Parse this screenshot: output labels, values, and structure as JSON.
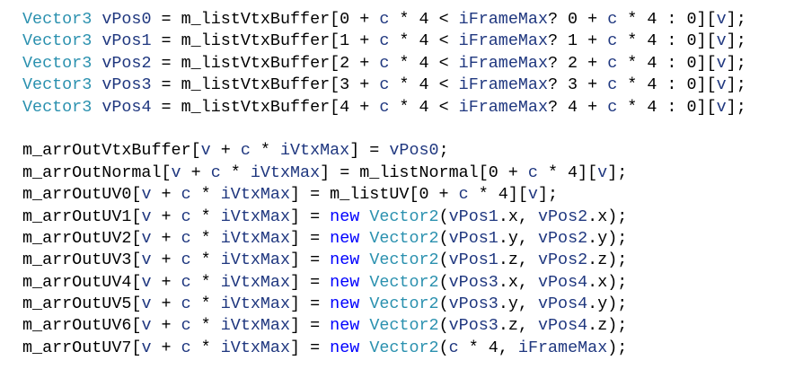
{
  "colors": {
    "type": "#2b91af",
    "keyword": "#0000ff",
    "variable": "#1f377f",
    "plain": "#000000"
  },
  "lines": [
    {
      "tokens": [
        [
          "Vector3",
          "t"
        ],
        [
          " ",
          "p"
        ],
        [
          "vPos0",
          "v"
        ],
        [
          " = m_listVtxBuffer[0 + ",
          "p"
        ],
        [
          "c",
          "v"
        ],
        [
          " * 4 < ",
          "p"
        ],
        [
          "iFrameMax",
          "v"
        ],
        [
          "? 0 + ",
          "p"
        ],
        [
          "c",
          "v"
        ],
        [
          " * 4 : 0][",
          "p"
        ],
        [
          "v",
          "v"
        ],
        [
          "];",
          "p"
        ]
      ]
    },
    {
      "tokens": [
        [
          "Vector3",
          "t"
        ],
        [
          " ",
          "p"
        ],
        [
          "vPos1",
          "v"
        ],
        [
          " = m_listVtxBuffer[1 + ",
          "p"
        ],
        [
          "c",
          "v"
        ],
        [
          " * 4 < ",
          "p"
        ],
        [
          "iFrameMax",
          "v"
        ],
        [
          "? 1 + ",
          "p"
        ],
        [
          "c",
          "v"
        ],
        [
          " * 4 : 0][",
          "p"
        ],
        [
          "v",
          "v"
        ],
        [
          "];",
          "p"
        ]
      ]
    },
    {
      "tokens": [
        [
          "Vector3",
          "t"
        ],
        [
          " ",
          "p"
        ],
        [
          "vPos2",
          "v"
        ],
        [
          " = m_listVtxBuffer[2 + ",
          "p"
        ],
        [
          "c",
          "v"
        ],
        [
          " * 4 < ",
          "p"
        ],
        [
          "iFrameMax",
          "v"
        ],
        [
          "? 2 + ",
          "p"
        ],
        [
          "c",
          "v"
        ],
        [
          " * 4 : 0][",
          "p"
        ],
        [
          "v",
          "v"
        ],
        [
          "];",
          "p"
        ]
      ]
    },
    {
      "tokens": [
        [
          "Vector3",
          "t"
        ],
        [
          " ",
          "p"
        ],
        [
          "vPos3",
          "v"
        ],
        [
          " = m_listVtxBuffer[3 + ",
          "p"
        ],
        [
          "c",
          "v"
        ],
        [
          " * 4 < ",
          "p"
        ],
        [
          "iFrameMax",
          "v"
        ],
        [
          "? 3 + ",
          "p"
        ],
        [
          "c",
          "v"
        ],
        [
          " * 4 : 0][",
          "p"
        ],
        [
          "v",
          "v"
        ],
        [
          "];",
          "p"
        ]
      ]
    },
    {
      "tokens": [
        [
          "Vector3",
          "t"
        ],
        [
          " ",
          "p"
        ],
        [
          "vPos4",
          "v"
        ],
        [
          " = m_listVtxBuffer[4 + ",
          "p"
        ],
        [
          "c",
          "v"
        ],
        [
          " * 4 < ",
          "p"
        ],
        [
          "iFrameMax",
          "v"
        ],
        [
          "? 4 + ",
          "p"
        ],
        [
          "c",
          "v"
        ],
        [
          " * 4 : 0][",
          "p"
        ],
        [
          "v",
          "v"
        ],
        [
          "];",
          "p"
        ]
      ]
    },
    {
      "tokens": []
    },
    {
      "tokens": [
        [
          "m_arrOutVtxBuffer[",
          "p"
        ],
        [
          "v",
          "v"
        ],
        [
          " + ",
          "p"
        ],
        [
          "c",
          "v"
        ],
        [
          " * ",
          "p"
        ],
        [
          "iVtxMax",
          "v"
        ],
        [
          "] = ",
          "p"
        ],
        [
          "vPos0",
          "v"
        ],
        [
          ";",
          "p"
        ]
      ]
    },
    {
      "tokens": [
        [
          "m_arrOutNormal[",
          "p"
        ],
        [
          "v",
          "v"
        ],
        [
          " + ",
          "p"
        ],
        [
          "c",
          "v"
        ],
        [
          " * ",
          "p"
        ],
        [
          "iVtxMax",
          "v"
        ],
        [
          "] = m_listNormal[0 + ",
          "p"
        ],
        [
          "c",
          "v"
        ],
        [
          " * 4][",
          "p"
        ],
        [
          "v",
          "v"
        ],
        [
          "];",
          "p"
        ]
      ]
    },
    {
      "tokens": [
        [
          "m_arrOutUV0[",
          "p"
        ],
        [
          "v",
          "v"
        ],
        [
          " + ",
          "p"
        ],
        [
          "c",
          "v"
        ],
        [
          " * ",
          "p"
        ],
        [
          "iVtxMax",
          "v"
        ],
        [
          "] = m_listUV[0 + ",
          "p"
        ],
        [
          "c",
          "v"
        ],
        [
          " * 4][",
          "p"
        ],
        [
          "v",
          "v"
        ],
        [
          "];",
          "p"
        ]
      ]
    },
    {
      "tokens": [
        [
          "m_arrOutUV1[",
          "p"
        ],
        [
          "v",
          "v"
        ],
        [
          " + ",
          "p"
        ],
        [
          "c",
          "v"
        ],
        [
          " * ",
          "p"
        ],
        [
          "iVtxMax",
          "v"
        ],
        [
          "] = ",
          "p"
        ],
        [
          "new",
          "k"
        ],
        [
          " ",
          "p"
        ],
        [
          "Vector2",
          "t"
        ],
        [
          "(",
          "p"
        ],
        [
          "vPos1",
          "v"
        ],
        [
          ".x, ",
          "p"
        ],
        [
          "vPos2",
          "v"
        ],
        [
          ".x);",
          "p"
        ]
      ]
    },
    {
      "tokens": [
        [
          "m_arrOutUV2[",
          "p"
        ],
        [
          "v",
          "v"
        ],
        [
          " + ",
          "p"
        ],
        [
          "c",
          "v"
        ],
        [
          " * ",
          "p"
        ],
        [
          "iVtxMax",
          "v"
        ],
        [
          "] = ",
          "p"
        ],
        [
          "new",
          "k"
        ],
        [
          " ",
          "p"
        ],
        [
          "Vector2",
          "t"
        ],
        [
          "(",
          "p"
        ],
        [
          "vPos1",
          "v"
        ],
        [
          ".y, ",
          "p"
        ],
        [
          "vPos2",
          "v"
        ],
        [
          ".y);",
          "p"
        ]
      ]
    },
    {
      "tokens": [
        [
          "m_arrOutUV3[",
          "p"
        ],
        [
          "v",
          "v"
        ],
        [
          " + ",
          "p"
        ],
        [
          "c",
          "v"
        ],
        [
          " * ",
          "p"
        ],
        [
          "iVtxMax",
          "v"
        ],
        [
          "] = ",
          "p"
        ],
        [
          "new",
          "k"
        ],
        [
          " ",
          "p"
        ],
        [
          "Vector2",
          "t"
        ],
        [
          "(",
          "p"
        ],
        [
          "vPos1",
          "v"
        ],
        [
          ".z, ",
          "p"
        ],
        [
          "vPos2",
          "v"
        ],
        [
          ".z);",
          "p"
        ]
      ]
    },
    {
      "tokens": [
        [
          "m_arrOutUV4[",
          "p"
        ],
        [
          "v",
          "v"
        ],
        [
          " + ",
          "p"
        ],
        [
          "c",
          "v"
        ],
        [
          " * ",
          "p"
        ],
        [
          "iVtxMax",
          "v"
        ],
        [
          "] = ",
          "p"
        ],
        [
          "new",
          "k"
        ],
        [
          " ",
          "p"
        ],
        [
          "Vector2",
          "t"
        ],
        [
          "(",
          "p"
        ],
        [
          "vPos3",
          "v"
        ],
        [
          ".x, ",
          "p"
        ],
        [
          "vPos4",
          "v"
        ],
        [
          ".x);",
          "p"
        ]
      ]
    },
    {
      "tokens": [
        [
          "m_arrOutUV5[",
          "p"
        ],
        [
          "v",
          "v"
        ],
        [
          " + ",
          "p"
        ],
        [
          "c",
          "v"
        ],
        [
          " * ",
          "p"
        ],
        [
          "iVtxMax",
          "v"
        ],
        [
          "] = ",
          "p"
        ],
        [
          "new",
          "k"
        ],
        [
          " ",
          "p"
        ],
        [
          "Vector2",
          "t"
        ],
        [
          "(",
          "p"
        ],
        [
          "vPos3",
          "v"
        ],
        [
          ".y, ",
          "p"
        ],
        [
          "vPos4",
          "v"
        ],
        [
          ".y);",
          "p"
        ]
      ]
    },
    {
      "tokens": [
        [
          "m_arrOutUV6[",
          "p"
        ],
        [
          "v",
          "v"
        ],
        [
          " + ",
          "p"
        ],
        [
          "c",
          "v"
        ],
        [
          " * ",
          "p"
        ],
        [
          "iVtxMax",
          "v"
        ],
        [
          "] = ",
          "p"
        ],
        [
          "new",
          "k"
        ],
        [
          " ",
          "p"
        ],
        [
          "Vector2",
          "t"
        ],
        [
          "(",
          "p"
        ],
        [
          "vPos3",
          "v"
        ],
        [
          ".z, ",
          "p"
        ],
        [
          "vPos4",
          "v"
        ],
        [
          ".z);",
          "p"
        ]
      ]
    },
    {
      "tokens": [
        [
          "m_arrOutUV7[",
          "p"
        ],
        [
          "v",
          "v"
        ],
        [
          " + ",
          "p"
        ],
        [
          "c",
          "v"
        ],
        [
          " * ",
          "p"
        ],
        [
          "iVtxMax",
          "v"
        ],
        [
          "] = ",
          "p"
        ],
        [
          "new",
          "k"
        ],
        [
          " ",
          "p"
        ],
        [
          "Vector2",
          "t"
        ],
        [
          "(",
          "p"
        ],
        [
          "c",
          "v"
        ],
        [
          " * 4, ",
          "p"
        ],
        [
          "iFrameMax",
          "v"
        ],
        [
          ");",
          "p"
        ]
      ]
    }
  ]
}
